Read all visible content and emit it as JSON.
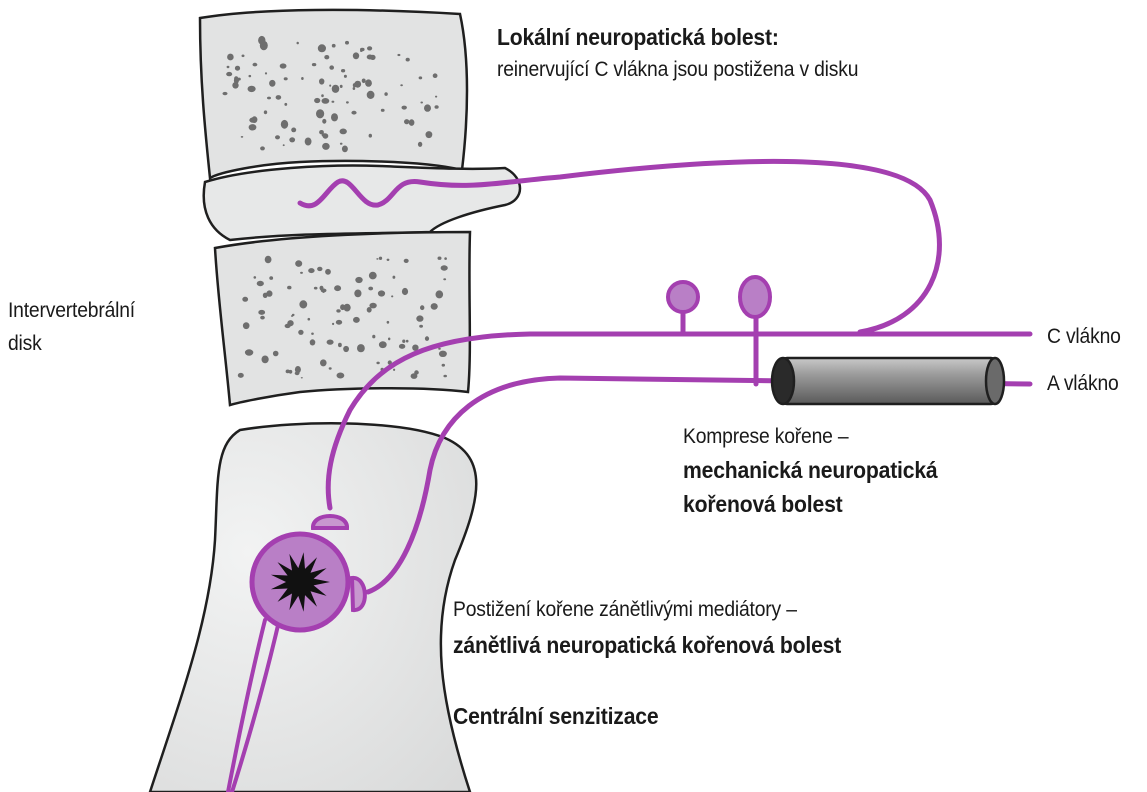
{
  "labels": {
    "local_title": "Lokální neuropatická bolest:",
    "local_desc": "reinervující C vlákna jsou postižena v disku",
    "disc_line1": "Intervertebrální",
    "disc_line2": "disk",
    "c_fiber": "C vlákno",
    "a_fiber": "A vlákno",
    "compression_line1": "Komprese kořene –",
    "compression_line2": "mechanická neuropatická",
    "compression_line3": "kořenová bolest",
    "inflam_line1": "Postižení kořene zánětlivými mediátory –",
    "inflam_line2": "zánětlivá neuropatická kořenová bolest",
    "central": "Centrální senzitizace"
  },
  "colors": {
    "bone_fill": "#e2e3e3",
    "bone_stroke": "#1f1f1f",
    "pore": "#6e6e6e",
    "nerve": "#a43fb0",
    "nerve_fill": "#c897cf",
    "ganglion_fill": "#b97fc6",
    "compression_sleeve": "#8a8a8a",
    "burst": "#111111"
  }
}
